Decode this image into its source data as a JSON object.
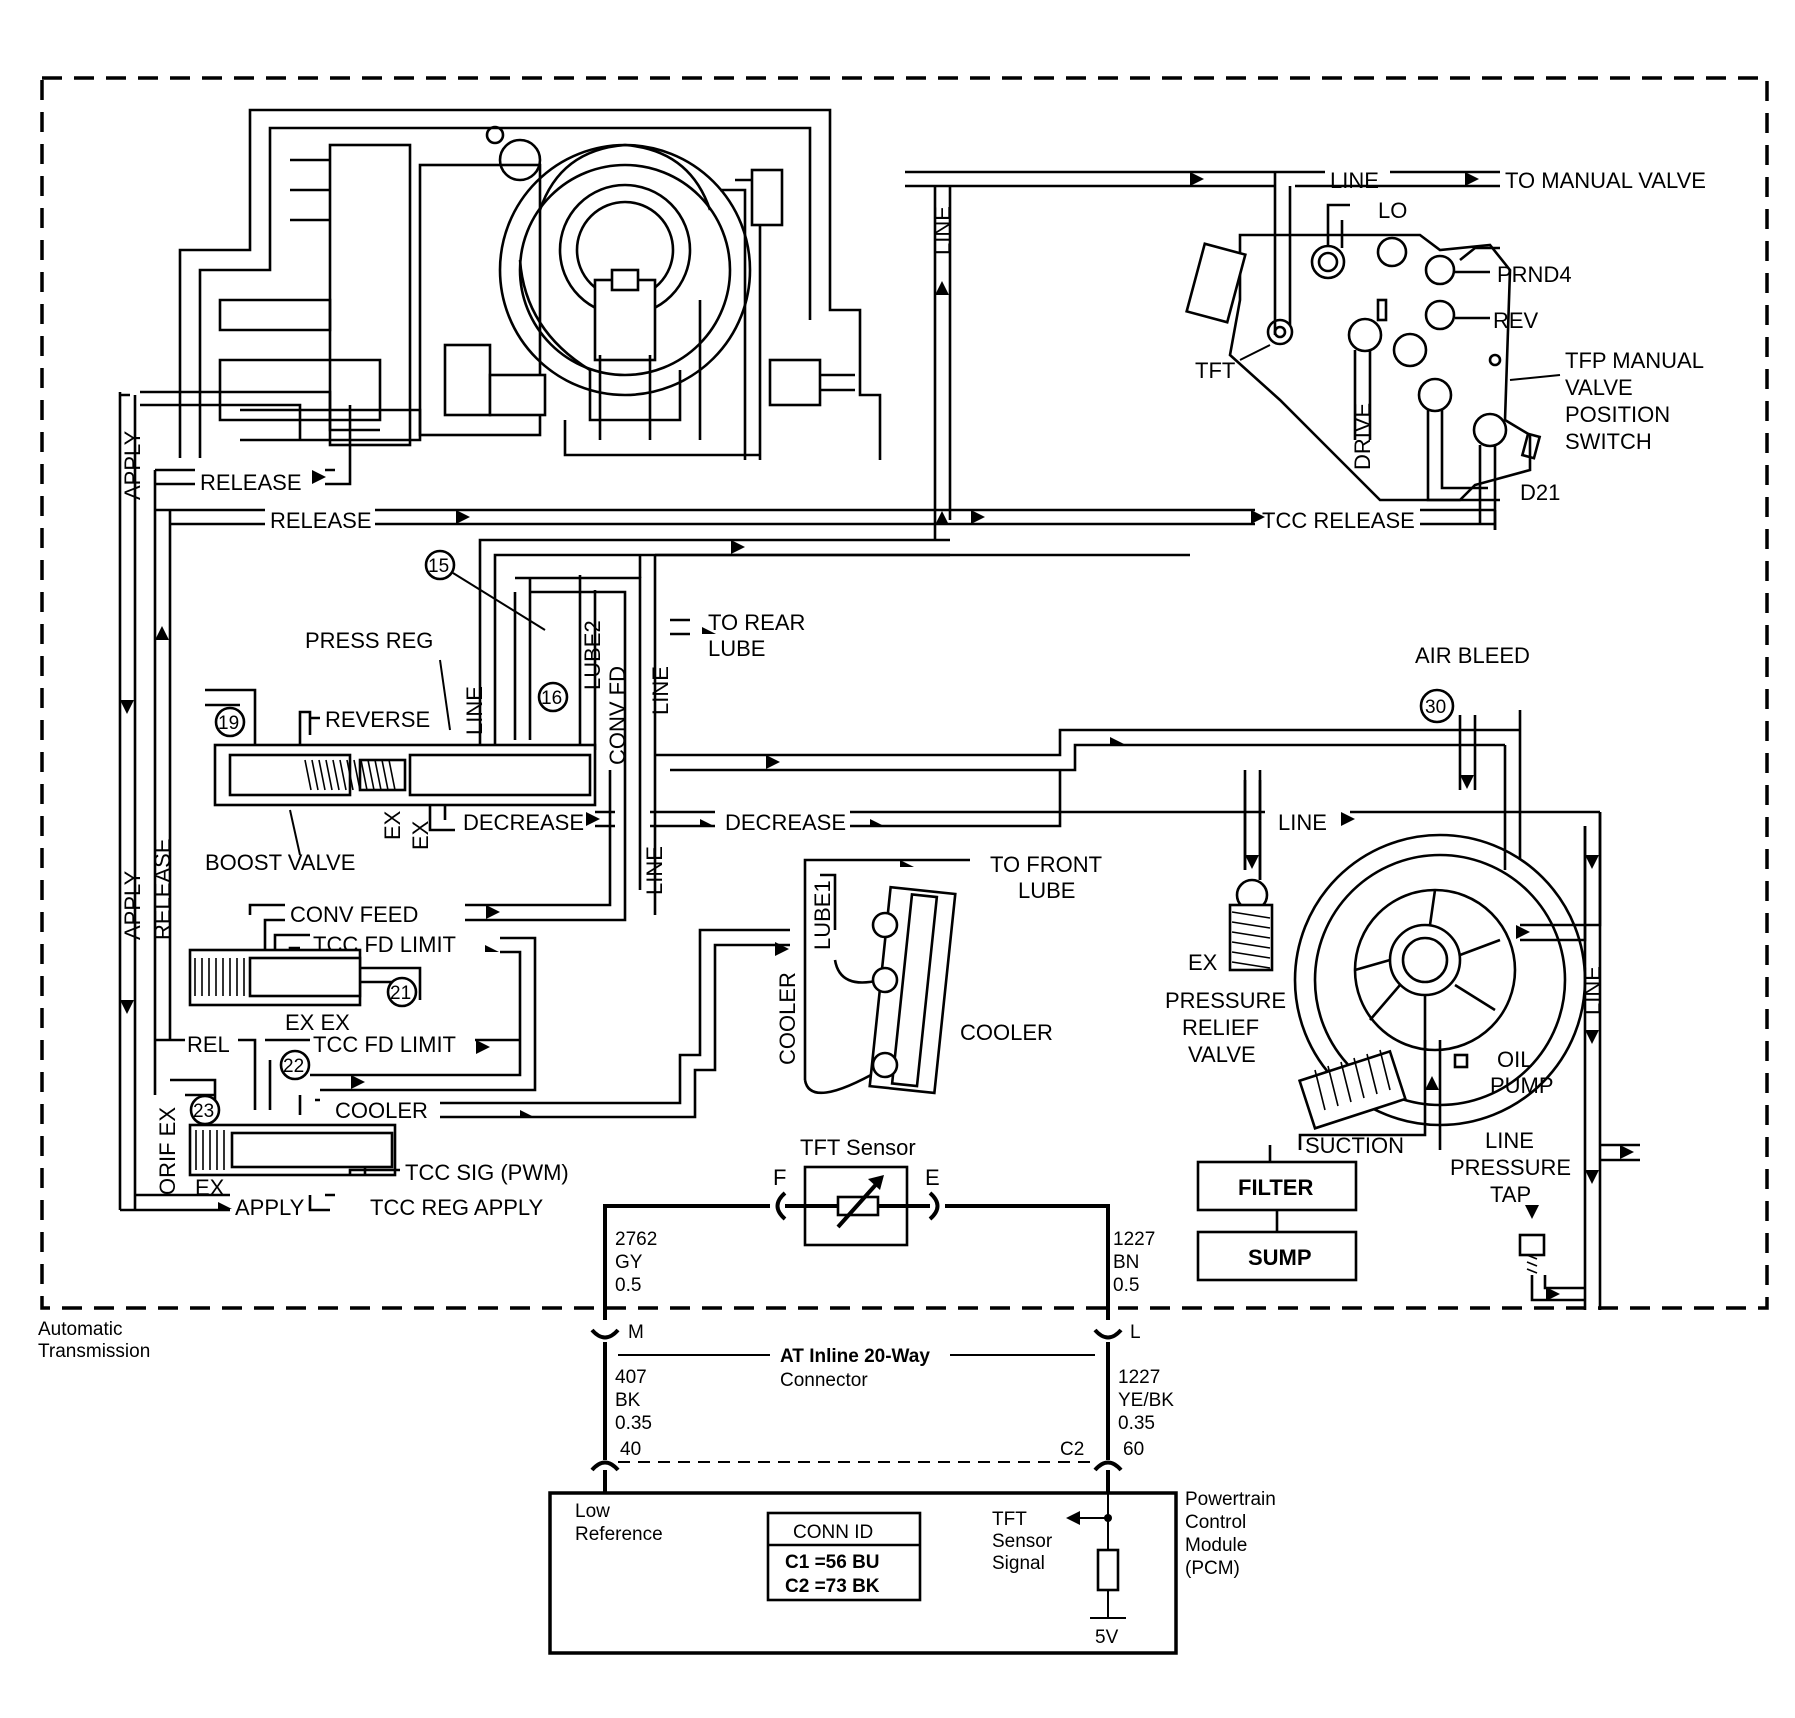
{
  "labels": {
    "line_top": "LINE",
    "to_manual_valve": "TO MANUAL VALVE",
    "line_vertical": "LINE",
    "lo": "LO",
    "prnd4": "PRND4",
    "rev": "REV",
    "tfp_manual_1": "TFP MANUAL",
    "tfp_manual_2": "VALVE",
    "tfp_manual_3": "POSITION",
    "tfp_manual_4": "SWITCH",
    "tft": "TFT",
    "drive": "DRIVE",
    "d21": "D21",
    "apply_top": "APPLY",
    "release_1": "RELEASE",
    "release_2": "RELEASE",
    "tcc_release": "TCC RELEASE",
    "num15": "15",
    "to_rear_lube_1": "TO REAR",
    "to_rear_lube_2": "LUBE",
    "press_reg": "PRESS REG",
    "line_v2": "LINE",
    "line_v3": "LINE",
    "lube2": "LUBE2",
    "conv_fd": "CONV FD",
    "num16": "16",
    "air_bleed": "AIR BLEED",
    "num30": "30",
    "num19": "19",
    "reverse": "REVERSE",
    "boost_valve": "BOOST VALVE",
    "ex1": "EX",
    "ex2": "EX",
    "decrease_1": "DECREASE",
    "decrease_2": "DECREASE",
    "line_right": "LINE",
    "apply_left": "APPLY",
    "release_left": "RELEASE",
    "conv_feed": "CONV FEED",
    "line_v4": "LINE",
    "to_front_lube_1": "TO FRONT",
    "to_front_lube_2": "LUBE",
    "lube1": "LUBE1",
    "tcc_fd_limit_1": "TCC FD LIMIT",
    "num21": "21",
    "ex_ex": "EX EX",
    "cooler_v": "COOLER",
    "cooler": "COOLER",
    "ex_prv": "EX",
    "prv_1": "PRESSURE",
    "prv_2": "RELIEF",
    "prv_3": "VALVE",
    "line_v5": "LINE",
    "oil_pump_1": "OIL",
    "oil_pump_2": "PUMP",
    "rel": "REL",
    "tcc_fd_limit_2": "TCC FD LIMIT",
    "num22": "22",
    "num23": "23",
    "orif_ex": "ORIF EX",
    "cooler_2": "COOLER",
    "suction": "SUCTION",
    "line_pressure_1": "LINE",
    "line_pressure_2": "PRESSURE",
    "line_pressure_3": "TAP",
    "ex3": "EX",
    "tcc_sig": "TCC SIG (PWM)",
    "apply_bottom": "APPLY",
    "tcc_reg_apply": "TCC REG APPLY",
    "filter": "FILTER",
    "sump": "SUMP"
  },
  "electrical": {
    "tft_sensor": "TFT Sensor",
    "pin_f": "F",
    "pin_e": "E",
    "wire_left_top": [
      "2762",
      "GY",
      "0.5"
    ],
    "wire_right_top": [
      "1227",
      "BN",
      "0.5"
    ],
    "pin_m": "M",
    "pin_l": "L",
    "connector_1": "AT Inline 20-Way",
    "connector_2": "Connector",
    "wire_left_bottom": [
      "407",
      "BK",
      "0.35"
    ],
    "wire_right_bottom": [
      "1227",
      "YE/BK",
      "0.35"
    ],
    "pin_40": "40",
    "pin_c2": "C2",
    "pin_60": "60",
    "automatic_1": "Automatic",
    "automatic_2": "Transmission",
    "low_ref_1": "Low",
    "low_ref_2": "Reference",
    "conn_id": "CONN ID",
    "c1": "C1 =56 BU",
    "c2": "C2 =73 BK",
    "tft_signal_1": "TFT",
    "tft_signal_2": "Sensor",
    "tft_signal_3": "Signal",
    "pcm_1": "Powertrain",
    "pcm_2": "Control",
    "pcm_3": "Module",
    "pcm_4": "(PCM)",
    "v5": "5V"
  }
}
